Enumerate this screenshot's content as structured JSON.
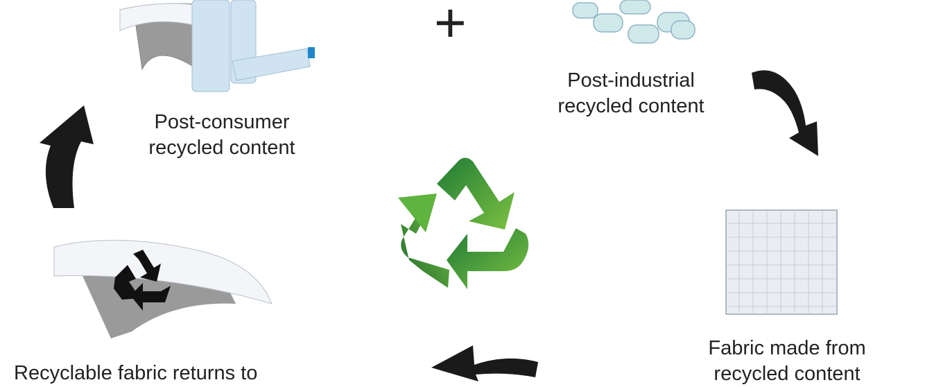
{
  "labels": {
    "post_consumer": [
      "Post-consumer",
      "recycled content"
    ],
    "post_industrial": [
      "Post-industrial",
      "recycled content"
    ],
    "fabric": [
      "Fabric made from",
      "recycled content"
    ],
    "recyclable": [
      "Recyclable fabric returns to"
    ]
  },
  "symbols": {
    "plus": "+"
  },
  "icons": {
    "center": "recycle-symbol-icon",
    "small": "recycle-symbol-icon",
    "arrows": "curved-arrow-icon"
  },
  "colors": {
    "recycle_green_dark": "#1f7a35",
    "recycle_green_light": "#7cc242",
    "arrow": "#1a1a1a",
    "fabric_swatch": "#e9edf2",
    "bottle_blue": "#bcd7ea"
  }
}
